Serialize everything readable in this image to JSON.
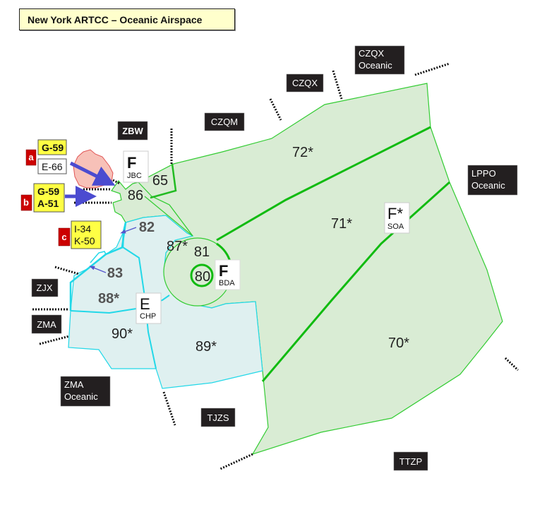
{
  "title": "New York ARTCC – Oceanic Airspace",
  "colors": {
    "green_fill": "#d9ecd4",
    "green_line": "#22cc22",
    "cyan_fill": "#dff0f0",
    "cyan_line": "#22d8e8",
    "label_bg": "#231f20",
    "title_bg": "#ffffcc",
    "route_yellow": "#ffff44",
    "badge_red": "#cc0000",
    "restricted_fill": "#f7c1b8",
    "arrow_blue": "#4b4bd0"
  },
  "adjacent_facilities": [
    {
      "id": "zbw",
      "label": "ZBW"
    },
    {
      "id": "czqm",
      "label": "CZQM"
    },
    {
      "id": "czqx",
      "label": "CZQX"
    },
    {
      "id": "czqx-oceanic",
      "line1": "CZQX",
      "line2": "Oceanic"
    },
    {
      "id": "lppo-oceanic",
      "line1": "LPPO",
      "line2": "Oceanic"
    },
    {
      "id": "zjx",
      "label": "ZJX"
    },
    {
      "id": "zma",
      "label": "ZMA"
    },
    {
      "id": "zma-oceanic",
      "line1": "ZMA",
      "line2": "Oceanic"
    },
    {
      "id": "tjzs",
      "label": "TJZS"
    },
    {
      "id": "ttzp",
      "label": "TTZP"
    }
  ],
  "sectors": [
    {
      "id": "65",
      "label": "65"
    },
    {
      "id": "86",
      "label": "86"
    },
    {
      "id": "72",
      "label": "72*"
    },
    {
      "id": "71",
      "label": "71*"
    },
    {
      "id": "70",
      "label": "70*"
    },
    {
      "id": "81",
      "label": "81"
    },
    {
      "id": "80",
      "label": "80"
    },
    {
      "id": "82",
      "label": "82"
    },
    {
      "id": "87",
      "label": "87*"
    },
    {
      "id": "83",
      "label": "83"
    },
    {
      "id": "88",
      "label": "88*"
    },
    {
      "id": "90",
      "label": "90*"
    },
    {
      "id": "89",
      "label": "89*"
    }
  ],
  "area_codes": [
    {
      "id": "jbc",
      "letter": "F",
      "code": "JBC"
    },
    {
      "id": "bda",
      "letter": "F",
      "code": "BDA"
    },
    {
      "id": "soa",
      "letter": "F*",
      "code": "SOA"
    },
    {
      "id": "chp",
      "letter": "E",
      "code": "CHP"
    }
  ],
  "routes": [
    {
      "badge": "a",
      "lines": [
        "G-59",
        "E-66"
      ]
    },
    {
      "badge": "b",
      "lines": [
        "G-59",
        "A-51"
      ]
    },
    {
      "badge": "c",
      "lines": [
        "I-34",
        "K-50"
      ]
    }
  ]
}
